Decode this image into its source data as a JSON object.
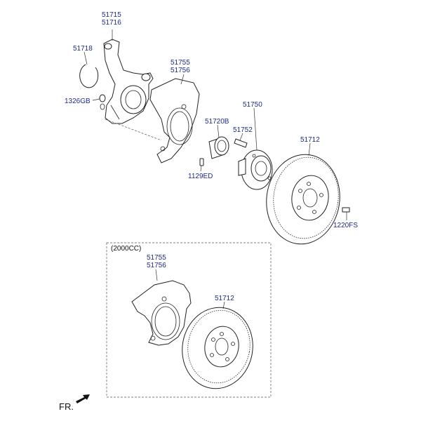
{
  "labels": {
    "knuckle_a": "51715",
    "knuckle_b": "51716",
    "snap_ring": "51718",
    "nut": "1326GB",
    "shield_a": "51755",
    "shield_b": "51756",
    "bearing": "51720B",
    "hub": "51750",
    "hub_bolt": "51752",
    "disc": "51712",
    "screw_hub": "1129ED",
    "screw_disc": "1220FS",
    "variant": "(2000CC)",
    "shield_alt_a": "51755",
    "shield_alt_b": "51756",
    "disc_alt": "51712",
    "front": "FR."
  }
}
